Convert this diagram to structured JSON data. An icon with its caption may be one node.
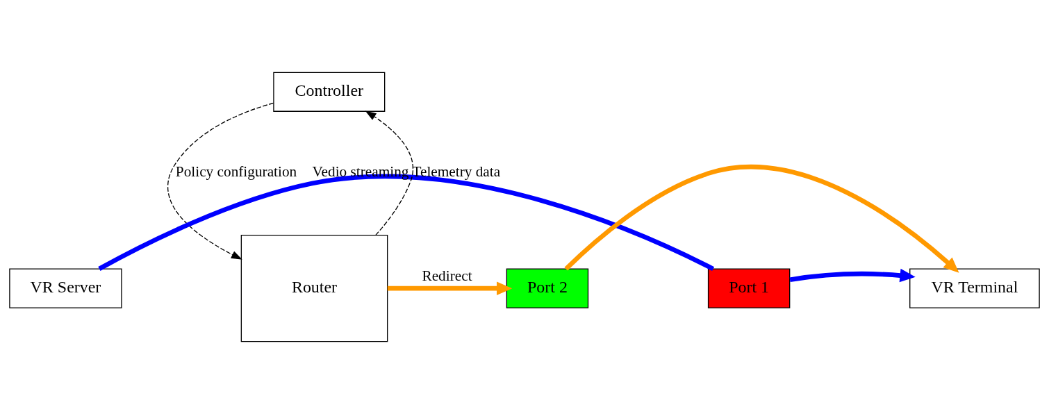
{
  "diagram": {
    "nodes": [
      {
        "text": [
          "Controller"
        ]
      },
      {
        "text": [
          "VR Server"
        ]
      },
      {
        "text": [
          "Router"
        ]
      },
      {
        "text": [
          "Port 1"
        ]
      },
      {
        "text": [
          "Port 2"
        ]
      },
      {
        "text": [
          "VR Terminal"
        ]
      }
    ],
    "edges": [
      {
        "from": 0,
        "to": 2,
        "arrow": "to",
        "style": "dashed",
        "label": "Policy configuration"
      },
      {
        "from": 2,
        "to": 0,
        "arrow": "to",
        "style": "dashed",
        "label": "Telemetry data"
      },
      {
        "from": 1,
        "to": 3,
        "arrow": "none",
        "color": "#0000ff",
        "label": "Vedio streaming"
      },
      {
        "from": 3,
        "to": 5,
        "arrow": "to",
        "color": "#0000ff"
      },
      {
        "from": 2,
        "to": 4,
        "arrow": "to",
        "color": "#ff9900",
        "label": "Redirect"
      },
      {
        "from": 4,
        "to": 5,
        "arrow": "to",
        "color": "#ff9900"
      }
    ]
  }
}
